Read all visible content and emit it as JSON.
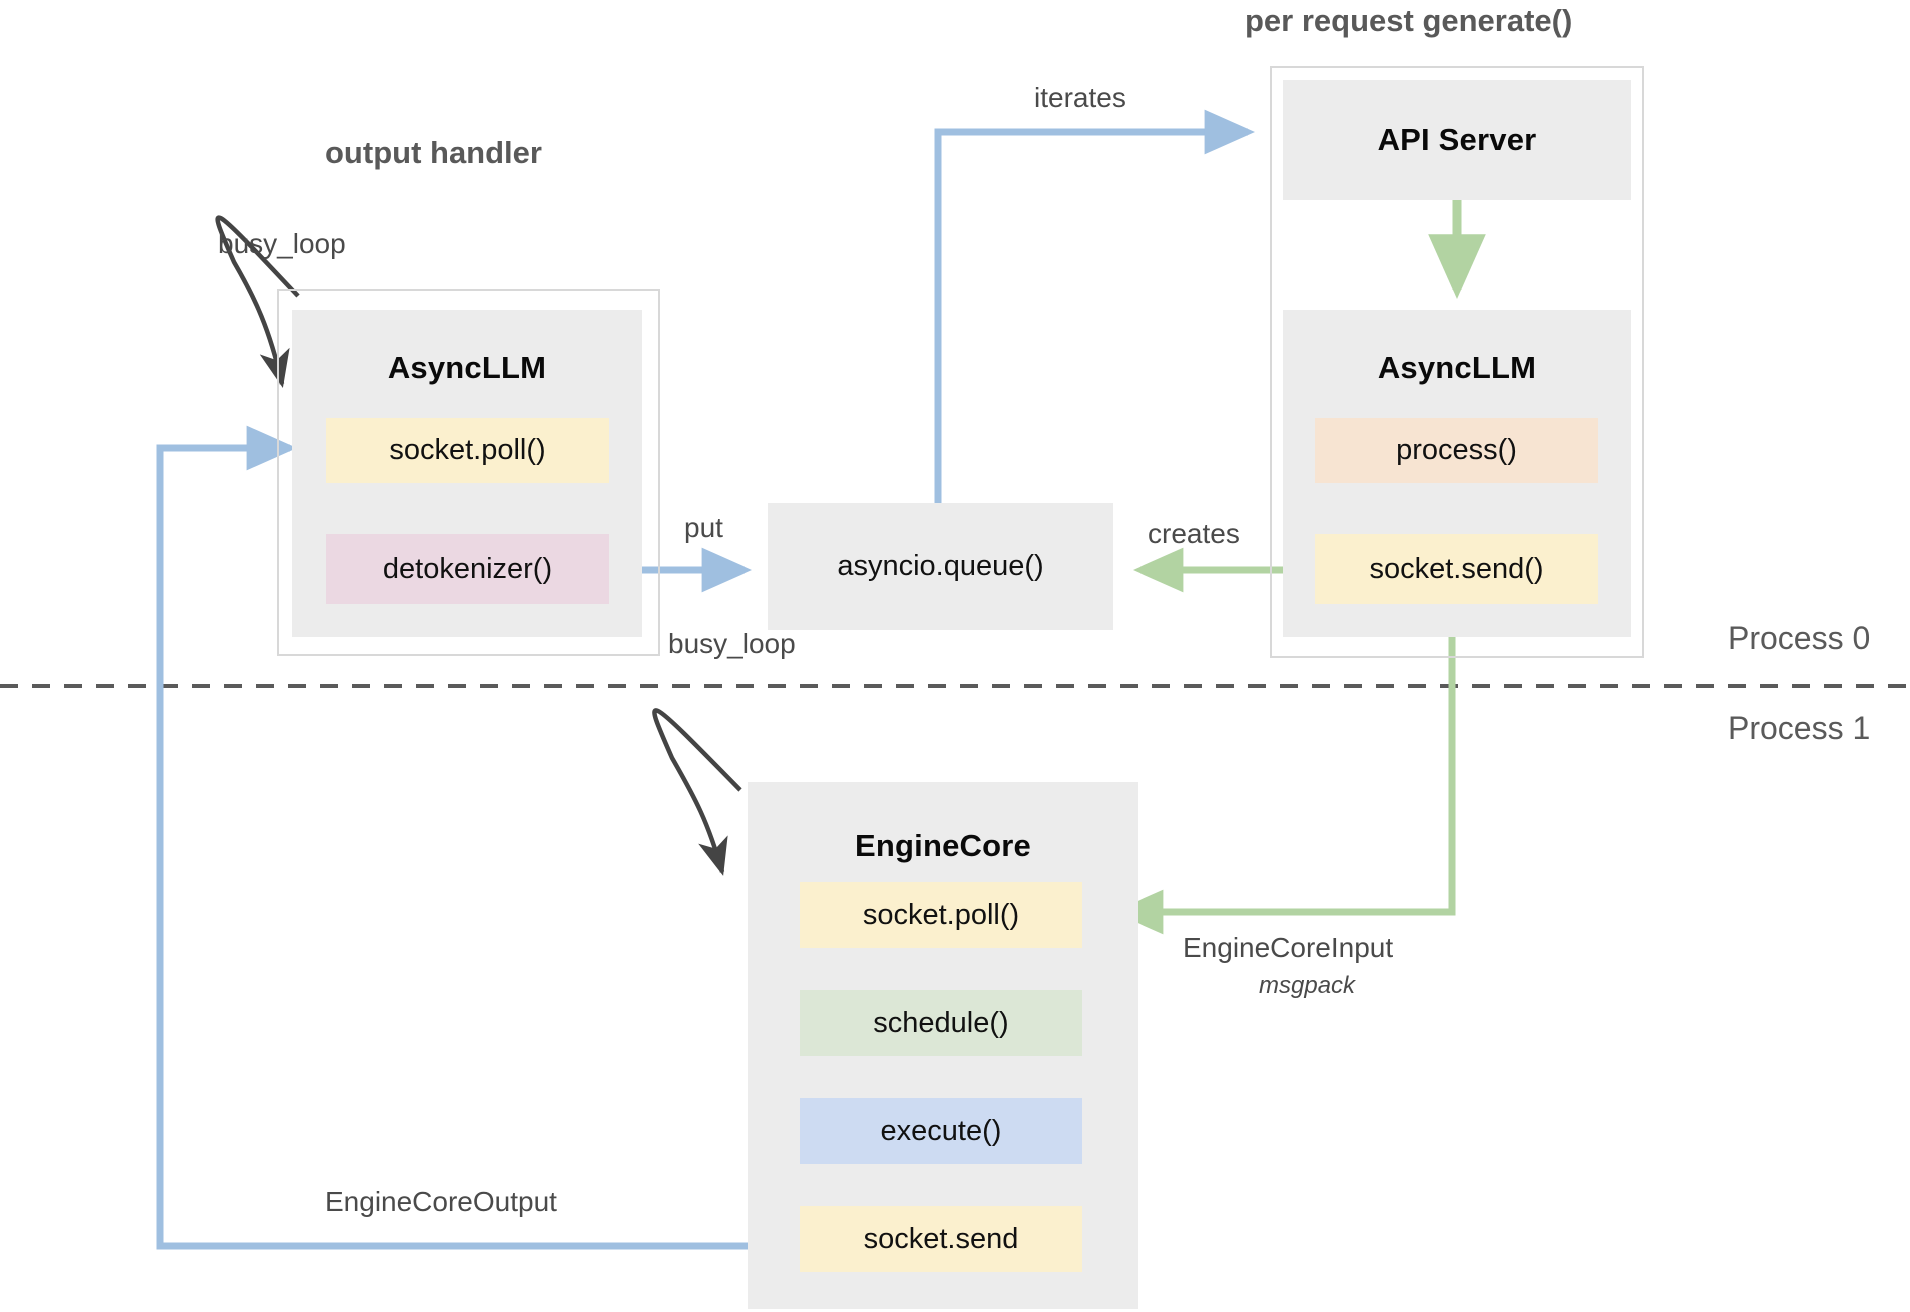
{
  "diagram": {
    "title_left": "output handler",
    "title_right": "per request generate()",
    "process_labels": {
      "top": "Process 0",
      "bottom": "Process 1"
    },
    "colors": {
      "panel_gray": "#ececec",
      "outline_gray": "#d8d8d8",
      "yellow": "#fbf0ce",
      "pink": "#ebd8e2",
      "orange": "#f7e4d2",
      "green": "#dce7d6",
      "blue": "#cddbf2",
      "arrow_blue": "#9fbfe0",
      "arrow_green": "#b2d3a2",
      "arrow_black": "#444444",
      "text_dark": "#111111",
      "text_muted": "#4a4a4a"
    },
    "groups": [
      {
        "name": "output-handler-group",
        "panel": "AsyncLLM",
        "chips": [
          {
            "label": "socket.poll()",
            "color": "yellow"
          },
          {
            "label": "detokenizer()",
            "color": "pink"
          }
        ]
      },
      {
        "name": "per-request-generate-group",
        "panels": [
          {
            "title": "API Server",
            "chips": []
          },
          {
            "title": "AsyncLLM",
            "chips": [
              {
                "label": "process()",
                "color": "orange"
              },
              {
                "label": "socket.send()",
                "color": "yellow"
              }
            ]
          }
        ]
      },
      {
        "name": "engine-core-group",
        "panel": "EngineCore",
        "chips": [
          {
            "label": "socket.poll()",
            "color": "yellow"
          },
          {
            "label": "schedule()",
            "color": "green"
          },
          {
            "label": "execute()",
            "color": "blue"
          },
          {
            "label": "socket.send",
            "color": "yellow"
          }
        ]
      }
    ],
    "standalone_nodes": [
      {
        "name": "asyncio-queue-node",
        "label": "asyncio.queue()"
      }
    ],
    "edges": [
      {
        "name": "busy-loop-output-handler",
        "label": "busy_loop",
        "style": "black-curve"
      },
      {
        "name": "busy-loop-engine-core",
        "label": "busy_loop",
        "style": "black-curve"
      },
      {
        "name": "detokenizer-to-queue",
        "label": "put",
        "style": "blue"
      },
      {
        "name": "queue-to-api-server",
        "label": "iterates",
        "style": "blue"
      },
      {
        "name": "api-server-to-asyncllm",
        "label": "",
        "style": "green"
      },
      {
        "name": "socket-send-to-queue",
        "label": "creates",
        "style": "green"
      },
      {
        "name": "socket-send-to-engine-core",
        "label": "EngineCoreInput",
        "sublabel": "msgpack",
        "style": "green"
      },
      {
        "name": "engine-core-send-to-output-handler",
        "label": "EngineCoreOutput",
        "style": "blue"
      }
    ]
  }
}
